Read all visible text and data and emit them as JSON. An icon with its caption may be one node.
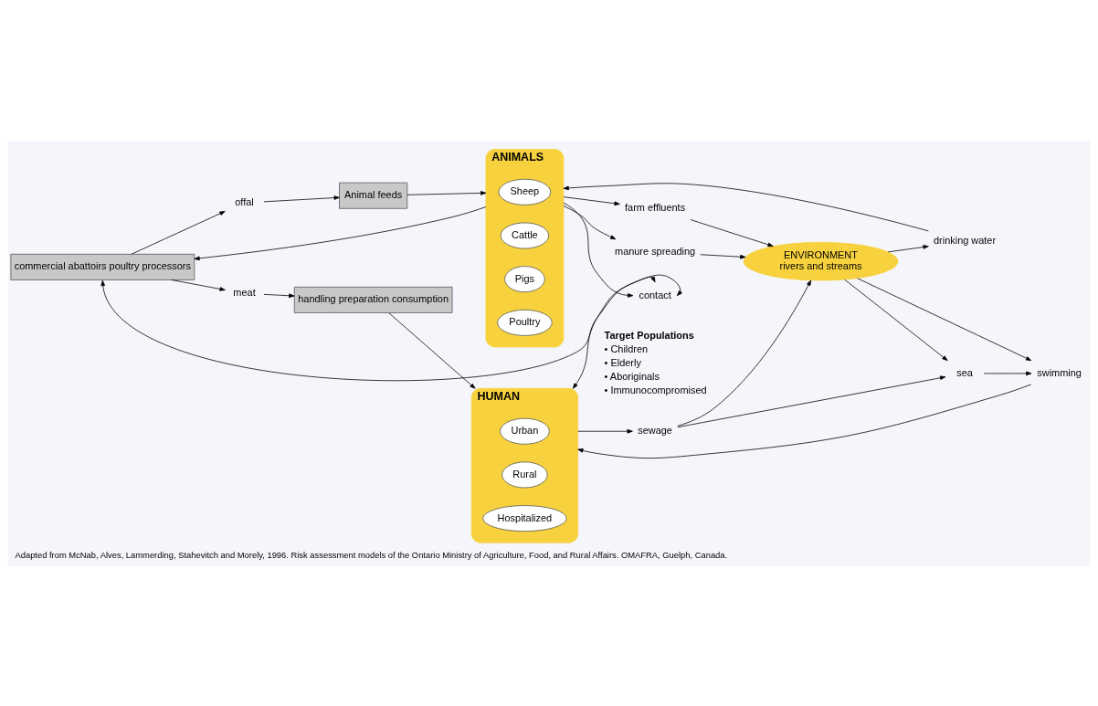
{
  "diagram": {
    "caption": "Adapted from McNab, Alves, Lammerding, Stahevitch and Morely, 1996. Risk assessment models of the Ontario Ministry of Agriculture, Food, and Rural Affairs. OMAFRA, Guelph, Canada.",
    "nodes": [
      {
        "text": [
          "ENVIRONMENT",
          "rivers and streams"
        ]
      },
      {
        "text": [
          "drinking water"
        ]
      },
      {
        "text": [
          "manure spreading"
        ]
      },
      {
        "text": [
          "farm effluents"
        ]
      },
      {
        "text": [
          "sea"
        ]
      },
      {
        "text": [
          "swimming"
        ]
      },
      {
        "text": [
          "sewage"
        ]
      },
      {
        "text": [
          "offal"
        ]
      },
      {
        "text": [
          "Animal feeds"
        ]
      },
      {
        "text": [
          "ANIMALS"
        ]
      },
      {
        "text": [
          "Sheep"
        ],
        "in": 9
      },
      {
        "text": [
          "Cattle"
        ],
        "in": 9
      },
      {
        "text": [
          "Pigs"
        ],
        "in": 9
      },
      {
        "text": [
          "Poultry"
        ],
        "in": 9
      },
      {
        "text": [
          "commercial abattoirs poultry processors"
        ]
      },
      {
        "text": [
          "meat"
        ]
      },
      {
        "text": [
          "handling preparation consumption"
        ]
      },
      {
        "text": [
          "HUMAN"
        ]
      },
      {
        "text": [
          "Urban"
        ],
        "in": 17
      },
      {
        "text": [
          "Rural"
        ],
        "in": 17
      },
      {
        "text": [
          "Hospitalized"
        ],
        "in": 17
      },
      {
        "text": [
          "contact"
        ]
      }
    ],
    "edges": [
      {
        "from": 0,
        "to": 1,
        "arrow": "to"
      },
      {
        "from": 1,
        "to": 9,
        "arrow": "to"
      },
      {
        "from": 9,
        "to": 2,
        "arrow": "to"
      },
      {
        "from": 2,
        "to": 0,
        "arrow": "to"
      },
      {
        "from": 9,
        "to": 3,
        "arrow": "to"
      },
      {
        "from": 3,
        "to": 0,
        "arrow": "to"
      },
      {
        "from": 0,
        "to": 4,
        "arrow": "to"
      },
      {
        "from": 0,
        "to": 5,
        "arrow": "to"
      },
      {
        "from": 4,
        "to": 5,
        "arrow": "to"
      },
      {
        "from": 6,
        "to": 4,
        "arrow": "to"
      },
      {
        "from": 6,
        "to": 0,
        "arrow": "to"
      },
      {
        "from": 17,
        "to": 6,
        "arrow": "to"
      },
      {
        "from": 5,
        "to": 17,
        "arrow": "to"
      },
      {
        "from": 14,
        "to": 7,
        "arrow": "to"
      },
      {
        "from": 7,
        "to": 8,
        "arrow": "to"
      },
      {
        "from": 8,
        "to": 9,
        "arrow": "to"
      },
      {
        "from": 9,
        "to": 14,
        "arrow": "to"
      },
      {
        "from": 14,
        "to": 15,
        "arrow": "to"
      },
      {
        "from": 15,
        "to": 16,
        "arrow": "to"
      },
      {
        "from": 16,
        "to": 17,
        "arrow": "to"
      },
      {
        "from": 9,
        "to": 21,
        "arrow": "to"
      },
      {
        "from": 14,
        "to": 21,
        "arrow": "both"
      },
      {
        "from": 17,
        "to": 21,
        "arrow": "both"
      }
    ],
    "labels": [
      "Target Populations",
      "• Children",
      "• Elderly",
      "• Aboriginals",
      "• Immunocompromised"
    ]
  }
}
